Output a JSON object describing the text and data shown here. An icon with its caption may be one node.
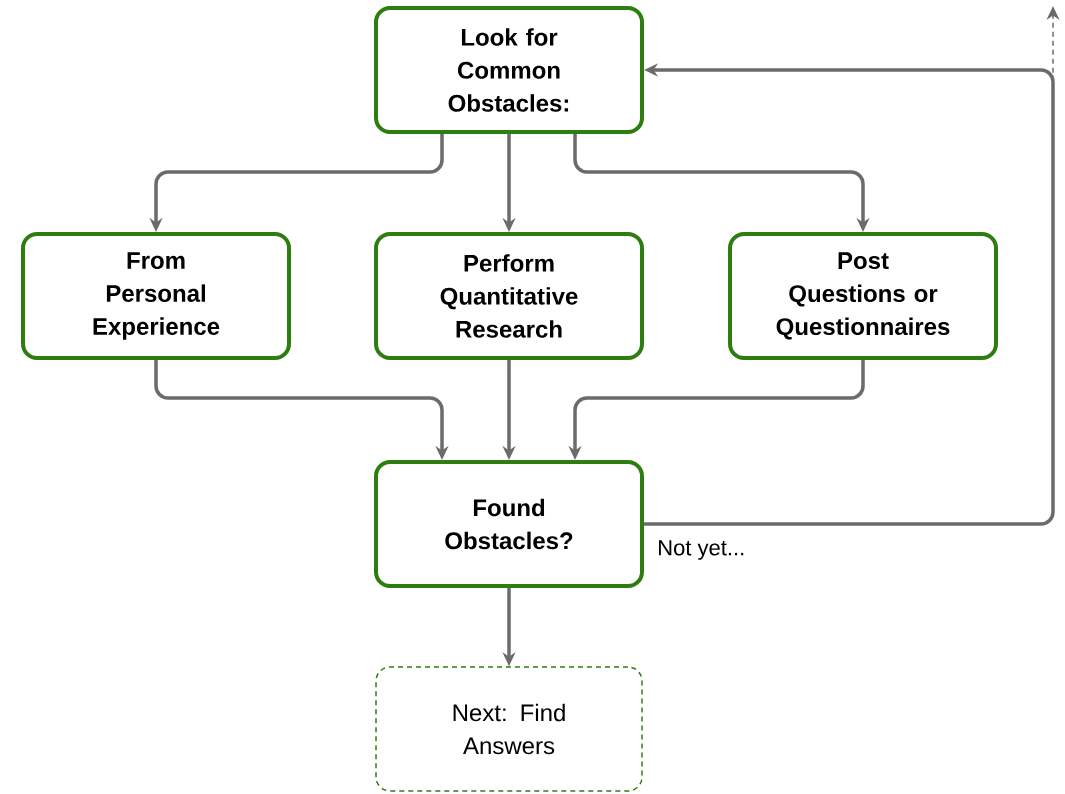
{
  "diagram": {
    "nodes": [
      {
        "text": [
          "Look for Common Obstacles:"
        ]
      },
      {
        "text": [
          "From Personal Experience"
        ]
      },
      {
        "text": [
          "Perform Quantitative Research"
        ]
      },
      {
        "text": [
          "Post Questions or Questionnaires"
        ]
      },
      {
        "text": [
          "Found Obstacles?"
        ]
      },
      {
        "text": [
          "Next: Find Answers"
        ]
      }
    ],
    "edges": [
      {
        "from": 0,
        "to": 1,
        "arrow": "to"
      },
      {
        "from": 0,
        "to": 2,
        "arrow": "to"
      },
      {
        "from": 0,
        "to": 3,
        "arrow": "to"
      },
      {
        "from": 1,
        "to": 4,
        "arrow": "to"
      },
      {
        "from": 2,
        "to": 4,
        "arrow": "to"
      },
      {
        "from": 3,
        "to": 4,
        "arrow": "to"
      },
      {
        "from": 4,
        "to": 0,
        "arrow": "to",
        "label": "Not yet..."
      },
      {
        "from": 4,
        "to": null,
        "arrow": "to",
        "style": "dashed"
      },
      {
        "from": 4,
        "to": 5,
        "arrow": "to"
      }
    ]
  }
}
